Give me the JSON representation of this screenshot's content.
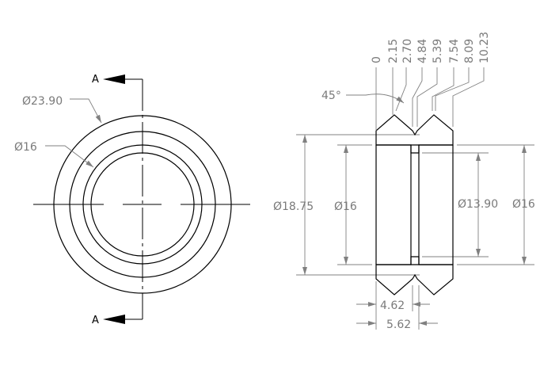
{
  "front_view": {
    "section_label_top": "A",
    "section_label_bottom": "A",
    "dim_outer": "Ø23.90",
    "dim_inner": "Ø16"
  },
  "section_view": {
    "angle_label": "45°",
    "positions": [
      "0",
      "2.15",
      "2.70",
      "4.84",
      "5.39",
      "7.54",
      "8.09",
      "10.23"
    ],
    "dim_outer_left": "Ø18.75",
    "dim_inner_left": "Ø16",
    "dim_bore_right": "Ø13.90",
    "dim_inner_right": "Ø16",
    "dim_width_1": "4.62",
    "dim_width_2": "5.62"
  }
}
